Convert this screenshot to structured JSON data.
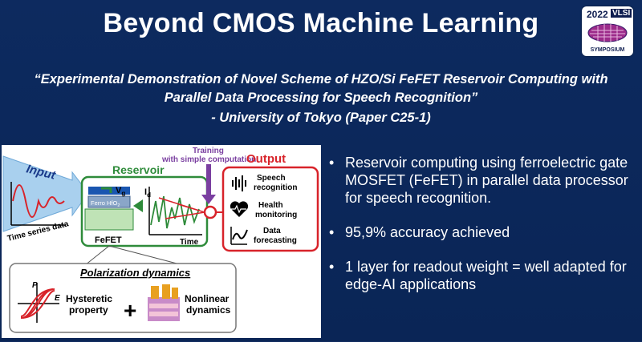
{
  "slide": {
    "title": "Beyond CMOS Machine Learning",
    "subtitle_line1": "“Experimental Demonstration of Novel Scheme of HZO/Si FeFET Reservoir Computing with",
    "subtitle_line2": "Parallel Data Processing for Speech Recognition”",
    "affiliation": "- University of Tokyo (Paper C25-1)"
  },
  "logo": {
    "year": "2022",
    "brand": "VLSI",
    "caption": "SYMPOSIUM"
  },
  "figure": {
    "input_label": "Input",
    "time_series_label": "Time series data",
    "training_label_1": "Training",
    "training_label_2": "with simple computation",
    "output_label": "Output",
    "reservoir_label": "Reservoir",
    "vg_label": "V",
    "vg_sub": "g",
    "id_label": "I",
    "id_sub": "d",
    "time_label": "Time",
    "ferro_label": "Ferro HfO",
    "ferro_sub": "2",
    "fefet_label": "FeFET",
    "outputs": [
      {
        "line1": "Speech",
        "line2": "recognition",
        "icon": "sound-wave-icon"
      },
      {
        "line1": "Health",
        "line2": "monitoring",
        "icon": "heart-pulse-icon"
      },
      {
        "line1": "Data",
        "line2": "forecasting",
        "icon": "trend-graph-icon"
      }
    ],
    "polarization_title": "Polarization dynamics",
    "p_label": "P",
    "e_label": "E",
    "hysteretic_line1": "Hysteretic",
    "hysteretic_line2": "property",
    "plus": "+",
    "nonlinear_line1": "Nonlinear",
    "nonlinear_line2": "dynamics",
    "colors": {
      "green": "#2e8b3a",
      "blue": "#1a56b0",
      "red": "#d8232a",
      "purple": "#7a3fa0"
    }
  },
  "bullets": [
    {
      "marker": "•",
      "text": "Reservoir computing using ferroelectric gate MOSFET (FeFET) in parallel data processor for speech recognition."
    },
    {
      "marker": "•",
      "text": "95,9% accuracy achieved"
    },
    {
      "marker": "•",
      "text": "1 layer for readout weight = well adapted for edge-AI applications"
    }
  ]
}
